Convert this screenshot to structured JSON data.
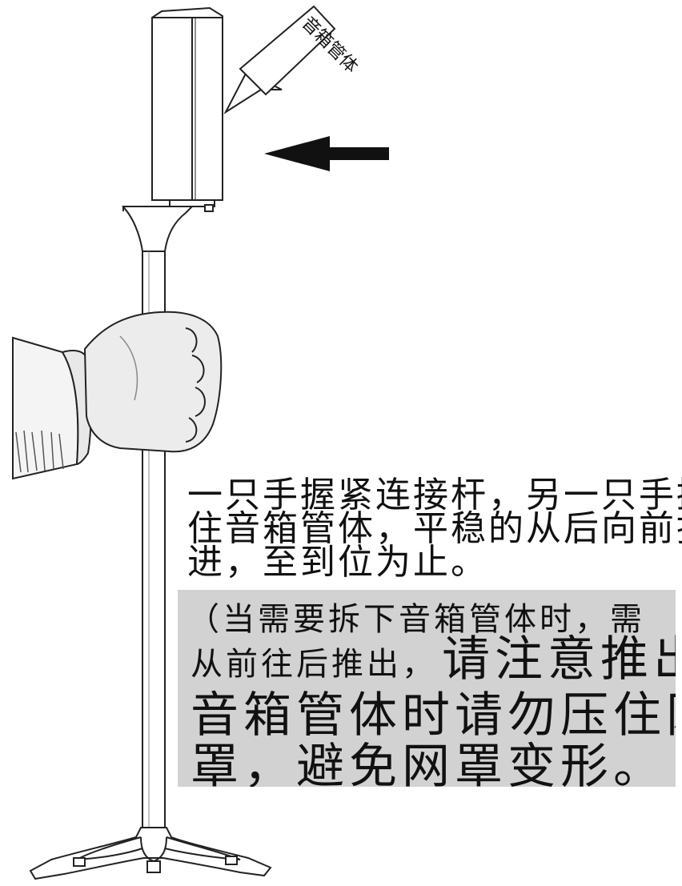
{
  "callout": {
    "label": "音箱管体"
  },
  "instruction": {
    "lines": [
      "一只手握紧连接杆，另一只手握",
      "住音箱管体，平稳的从后向前推",
      "进，至到位为止。"
    ]
  },
  "note": {
    "line1": "（当需要拆下音箱管体时，需",
    "line2_small": "从前往后推出，",
    "line2_big": "请注意推出",
    "line3": "音箱管体时请勿压住网",
    "line4": "罩，避免网罩变形。"
  },
  "colors": {
    "note_background": "#d2d2d2",
    "ink": "#111111"
  }
}
